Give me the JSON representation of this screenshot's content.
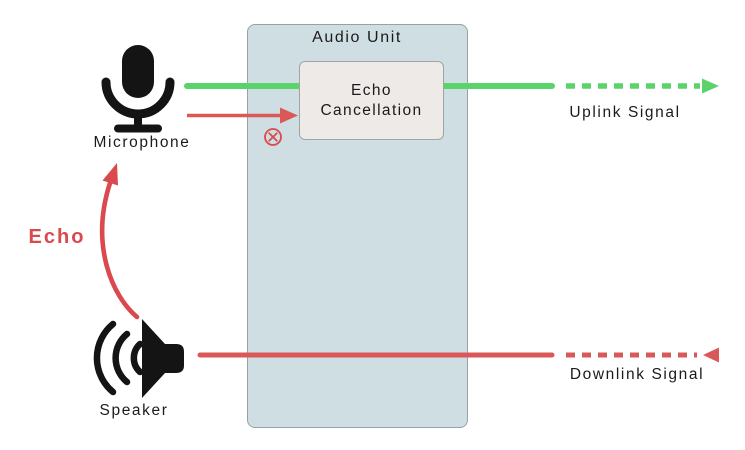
{
  "diagram": {
    "audio_unit": {
      "title": "Audio Unit",
      "echo_cancellation_label": "Echo\nCancellation"
    },
    "devices": {
      "microphone_label": "Microphone",
      "speaker_label": "Speaker"
    },
    "signals": {
      "uplink_label": "Uplink Signal",
      "downlink_label": "Downlink Signal",
      "echo_label": "Echo"
    },
    "colors": {
      "uplink_green": "#5bd36b",
      "downlink_red": "#db5858",
      "echo_red": "#d9494e",
      "audio_unit_fill": "#cfdee2",
      "echo_box_fill": "#edeae8",
      "icon_black": "#141414"
    },
    "icons": {
      "microphone": "microphone-icon",
      "speaker": "speaker-icon",
      "echo_cancelled": "crossed-circle-icon"
    }
  }
}
